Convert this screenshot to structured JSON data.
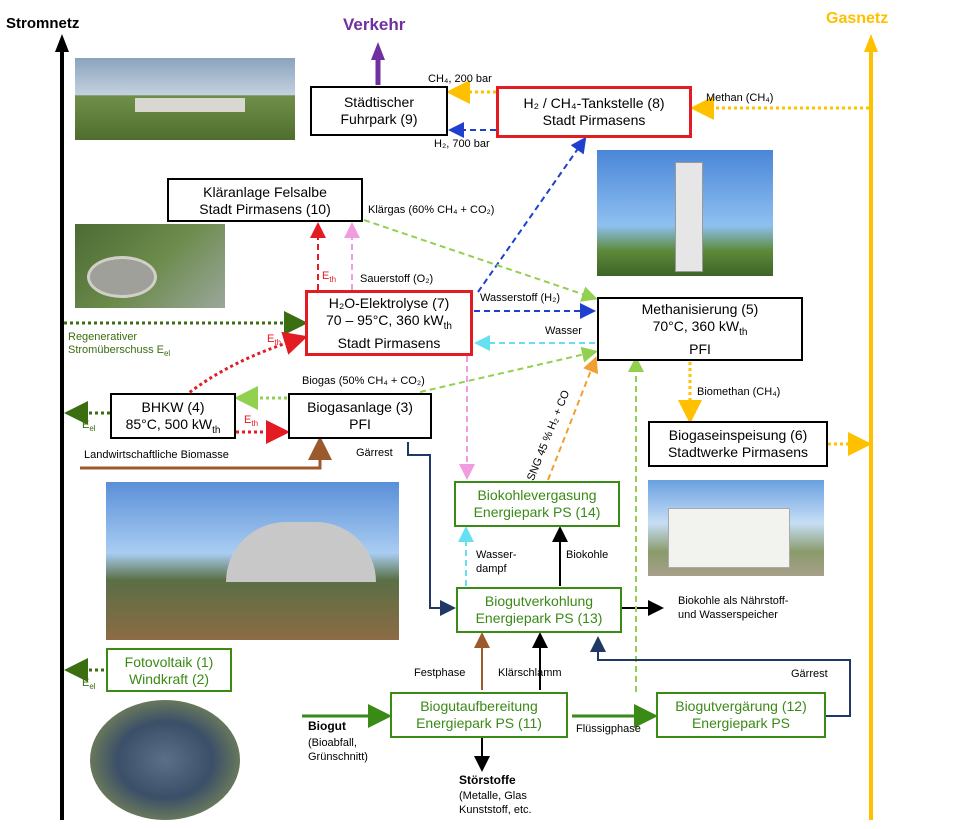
{
  "headers": {
    "stromnetz": "Stromnetz",
    "verkehr": "Verkehr",
    "gasnetz": "Gasnetz"
  },
  "boxes": {
    "fuhrpark": {
      "line1": "Städtischer",
      "line2": "Fuhrpark (9)"
    },
    "tankstelle": {
      "line1": "H₂ / CH₄-Tankstelle (8)",
      "line2": "Stadt Pirmasens"
    },
    "klaeranlage": {
      "line1": "Kläranlage Felsalbe",
      "line2": "Stadt Pirmasens (10)"
    },
    "elektrolyse": {
      "line1": "H₂O-Elektrolyse (7)",
      "line2_main": "70 – 95°C, 360 kW",
      "line2_sub": "th",
      "line3": "Stadt Pirmasens"
    },
    "methanisierung": {
      "line1": "Methanisierung (5)",
      "line2_main": "70°C, 360 kW",
      "line2_sub": "th",
      "line3": "PFI"
    },
    "bhkw": {
      "line1": "BHKW (4)",
      "line2_main": "85°C, 500 kW",
      "line2_sub": "th"
    },
    "biogasanlage": {
      "line1": "Biogasanlage (3)",
      "line2": "PFI"
    },
    "biogaseinspeisung": {
      "line1": "Biogaseinspeisung (6)",
      "line2": "Stadtwerke Pirmasens"
    },
    "biokohlevergasung": {
      "line1": "Biokohlevergasung",
      "line2": "Energiepark PS (14)"
    },
    "biogutverkohlung": {
      "line1": "Biogutverkohlung",
      "line2": "Energiepark PS (13)"
    },
    "fotovoltaik": {
      "line1": "Fotovoltaik (1)",
      "line2": "Windkraft (2)"
    },
    "biogutaufbereitung": {
      "line1": "Biogutaufbereitung",
      "line2": "Energiepark PS (11)"
    },
    "biogutvergaerung": {
      "line1": "Biogutvergärung (12)",
      "line2": "Energiepark PS"
    }
  },
  "labels": {
    "ch4_200bar": "CH₄, 200 bar",
    "h2_700bar": "H₂, 700 bar",
    "methan_ch4": "Methan  (CH₄)",
    "klaergas": "Klärgas (60% CH₄ + CO₂)",
    "eth": "E",
    "eth_sub": "th",
    "sauerstoff": "Sauerstoff (O₂)",
    "wasserstoff": "Wasserstoff (H₂)",
    "wasser": "Wasser",
    "regenerativer_1": "Regenerativer",
    "regenerativer_2": "Stromüberschuss  E",
    "regenerativer_sub": "el",
    "biogas": "Biogas (50% CH₄ + CO₂)",
    "sng": "SNG 45 % H₂ + CO",
    "biomethan": "Biomethan  (CH₄)",
    "eel": "E",
    "eel_sub": "el",
    "landwirtschaft": "Landwirtschaftliche  Biomasse",
    "gaerrest_1": "Gärrest",
    "wasserdampf_1": "Wasser-",
    "wasserdampf_2": "dampf",
    "biokohle": "Biokohle",
    "biokohle_naehr_1": "Biokohle als Nährstoff-",
    "biokohle_naehr_2": "und Wasserspeicher",
    "festphase": "Festphase",
    "klaerschlamm": "Klärschlamm",
    "gaerrest_2": "Gärrest",
    "biogut": "Biogut",
    "biogut_sub_1": "(Bioabfall,",
    "biogut_sub_2": "Grünschnitt)",
    "fluessigphase": "Flüssigphase",
    "stoerstoffe": "Störstoffe",
    "stoerstoffe_1": "(Metalle, Glas",
    "stoerstoffe_2": "Kunststoff, etc."
  },
  "colors": {
    "stromnetz": "#000000",
    "verkehr": "#7030a0",
    "gasnetz": "#ffc000",
    "red": "#e31b23",
    "green": "#3a8a16",
    "navy": "#1f3864",
    "blue": "#1f3fcf",
    "lightgreen": "#92d050",
    "pink": "#f19be0",
    "cyan": "#66e0f0",
    "orange": "#f0a030",
    "brown": "#9c5a2c",
    "olive": "#3a6e10"
  }
}
